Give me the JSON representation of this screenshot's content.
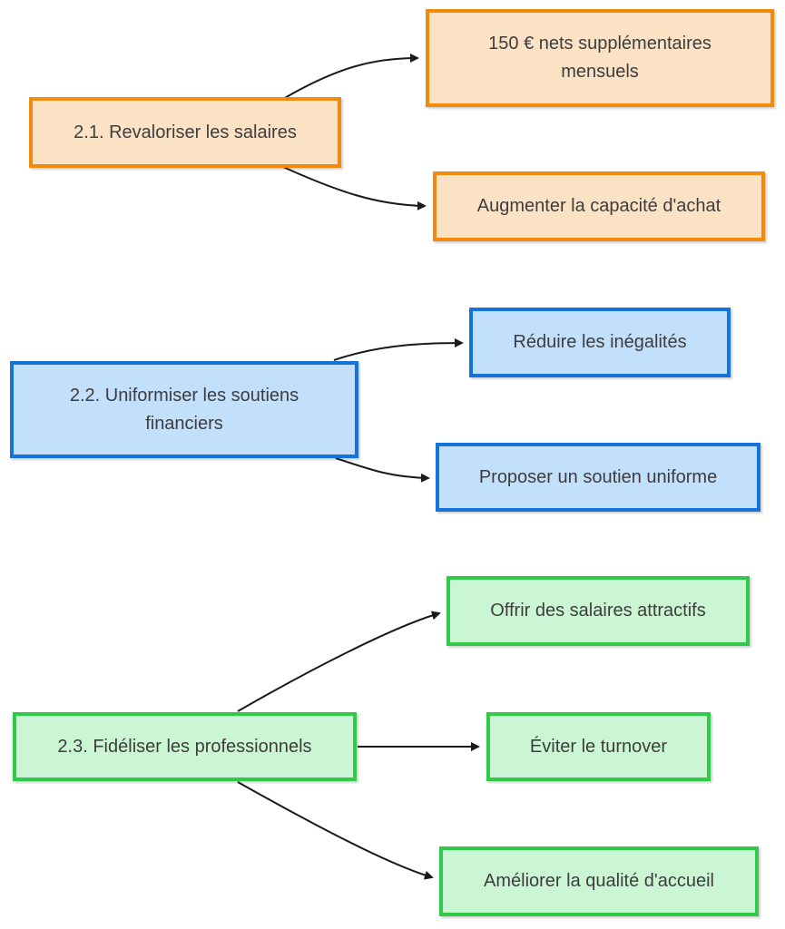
{
  "diagram": {
    "background": "#ffffff",
    "connector_color": "#1a1a1a",
    "text_color": "#3d3d3d",
    "groups": [
      {
        "name": "revaloriser-salaires",
        "accent_stroke": "#F28A0E",
        "accent_fill": "#FCE2C5",
        "parent": {
          "label": "2.1. Revaloriser les salaires"
        },
        "children": [
          {
            "label": "150 € nets supplémentaires mensuels"
          },
          {
            "label": "Augmenter la capacité d'achat"
          }
        ]
      },
      {
        "name": "uniformiser-soutiens",
        "accent_stroke": "#1473D8",
        "accent_fill": "#C2E0FC",
        "parent": {
          "label": "2.2. Uniformiser les soutiens financiers"
        },
        "children": [
          {
            "label": "Réduire les inégalités"
          },
          {
            "label": "Proposer un soutien uniforme"
          }
        ]
      },
      {
        "name": "fideliser-professionnels",
        "accent_stroke": "#31C948",
        "accent_fill": "#CAF6D3",
        "parent": {
          "label": "2.3. Fidéliser les professionnels"
        },
        "children": [
          {
            "label": "Offrir des salaires attractifs"
          },
          {
            "label": "Éviter le turnover"
          },
          {
            "label": "Améliorer la qualité d'accueil"
          }
        ]
      }
    ]
  }
}
